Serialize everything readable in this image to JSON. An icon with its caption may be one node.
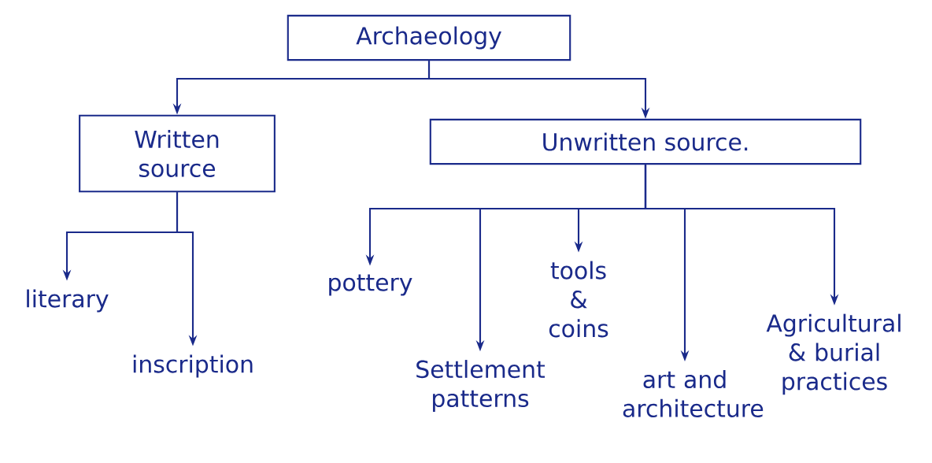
{
  "diagram": {
    "nodes": [
      {
        "text": [
          "Archaeology"
        ]
      },
      {
        "text": [
          "Written source"
        ]
      },
      {
        "text": [
          "Unwritten source."
        ]
      },
      {
        "text": [
          "literary"
        ]
      },
      {
        "text": [
          "inscription"
        ]
      },
      {
        "text": [
          "pottery"
        ]
      },
      {
        "text": [
          "Settlement patterns"
        ]
      },
      {
        "text": [
          "tools & coins"
        ]
      },
      {
        "text": [
          "art and architecture"
        ]
      },
      {
        "text": [
          "Agricultural & burial practices"
        ]
      }
    ],
    "edges": [
      {
        "from": 0,
        "to": 1,
        "arrow": "to"
      },
      {
        "from": 0,
        "to": 2,
        "arrow": "to"
      },
      {
        "from": 1,
        "to": 3,
        "arrow": "to"
      },
      {
        "from": 1,
        "to": 4,
        "arrow": "to"
      },
      {
        "from": 2,
        "to": 5,
        "arrow": "to"
      },
      {
        "from": 2,
        "to": 6,
        "arrow": "to"
      },
      {
        "from": 2,
        "to": 7,
        "arrow": "to"
      },
      {
        "from": 2,
        "to": 8,
        "arrow": "to"
      },
      {
        "from": 2,
        "to": 9,
        "arrow": "to"
      }
    ]
  }
}
